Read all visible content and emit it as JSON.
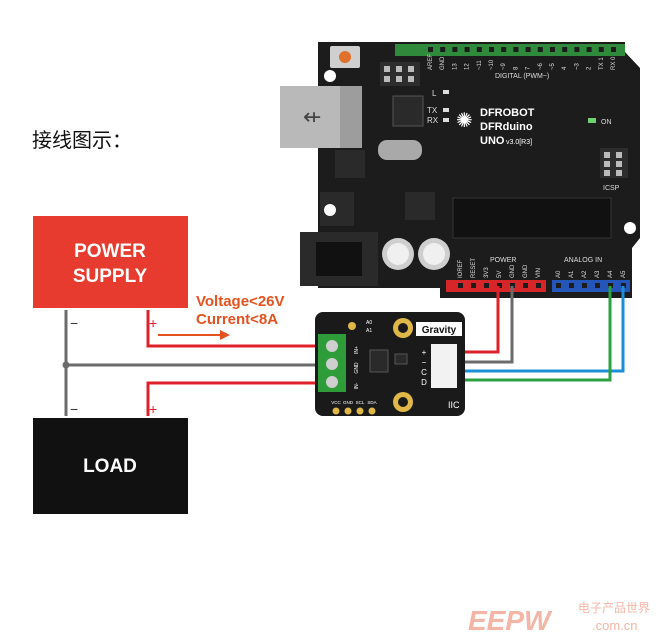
{
  "caption": "接线图示：",
  "power_supply": {
    "line1": "POWER",
    "line2": "SUPPLY",
    "minus": "−",
    "plus": "+"
  },
  "load": {
    "label": "LOAD",
    "minus": "−",
    "plus": "+"
  },
  "annotation": {
    "voltage": "Voltage<26V",
    "current": "Current<8A"
  },
  "arduino": {
    "brand1": "DFROBOT",
    "brand2": "DFRduino",
    "model": "UNO",
    "version": "v3.0[R3]",
    "on_label": "ON",
    "icsp_label": "ICSP",
    "digital_label": "DIGITAL (PWM~)",
    "power_label": "POWER",
    "analog_label": "ANALOG IN",
    "led_l": "L",
    "led_tx": "TX",
    "led_rx": "RX",
    "digital_pins": [
      "AREF",
      "GND",
      "13",
      "12",
      "~11",
      "~10",
      "~9",
      "8",
      "7",
      "~6",
      "~5",
      "4",
      "~3",
      "2",
      "TX 1",
      "RX 0"
    ],
    "power_pins": [
      "IOREF",
      "RESET",
      "3V3",
      "5V",
      "GND",
      "GND",
      "VIN"
    ],
    "analog_pins": [
      "A0",
      "A1",
      "A2",
      "A3",
      "A4",
      "A5"
    ]
  },
  "module": {
    "gravity": "Gravity",
    "iic": "IIC",
    "terminal_labels": [
      "IN+",
      "GND",
      "IN-"
    ],
    "pin_labels": [
      "+",
      "−",
      "C",
      "D"
    ],
    "bottom_pins": [
      "VCC",
      "GND",
      "SCL",
      "SDA"
    ],
    "addr_labels": [
      "A0",
      "A1"
    ]
  },
  "watermark": {
    "logo": "EEPW",
    "site": "电子产品世界",
    "url": ".com.cn"
  },
  "colors": {
    "power_supply": "#e63b2e",
    "load": "#111111",
    "wire_red": "#e0202a",
    "wire_gray": "#6b6b6b",
    "wire_green": "#2aa040",
    "wire_blue": "#1b8fd6",
    "annotation": "#e5521f",
    "board": "#1a1a1a"
  }
}
